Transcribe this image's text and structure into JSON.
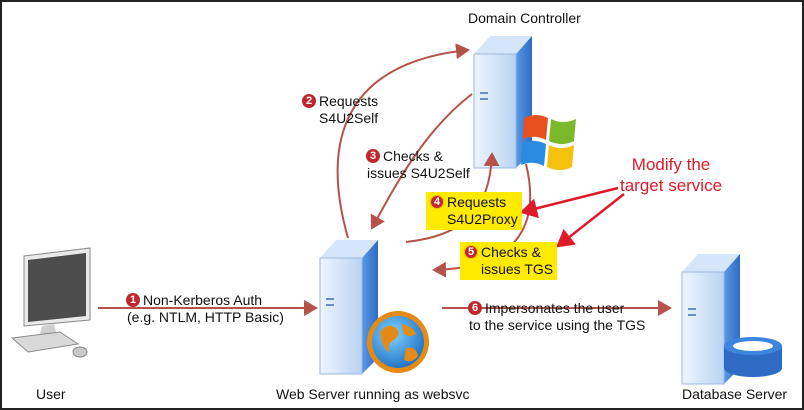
{
  "nodes": {
    "domain_controller": "Domain Controller",
    "user": "User",
    "web_server": "Web Server running as websvc",
    "database_server": "Database Server"
  },
  "steps": [
    {
      "num": "1",
      "line1": "Non-Kerberos Auth",
      "line2": "(e.g. NTLM, HTTP Basic)"
    },
    {
      "num": "2",
      "line1": "Requests",
      "line2": "S4U2Self"
    },
    {
      "num": "3",
      "line1": "Checks &",
      "line2": "issues S4U2Self"
    },
    {
      "num": "4",
      "line1": "Requests",
      "line2": "S4U2Proxy"
    },
    {
      "num": "5",
      "line1": "Checks &",
      "line2": "issues TGS"
    },
    {
      "num": "6",
      "line1": "Impersonates the user",
      "line2": "to the service using the TGS"
    }
  ],
  "callout": {
    "line1": "Modify the",
    "line2": "target service"
  },
  "colors": {
    "arrow": "#b5524a",
    "callout": "#e11a2a",
    "badge": "#c0272d",
    "highlight": "#ffea00",
    "server_blue": "#3a7bd5"
  },
  "icons": [
    "monitor-icon",
    "server-icon",
    "windows-logo-icon",
    "globe-icon",
    "database-icon"
  ]
}
